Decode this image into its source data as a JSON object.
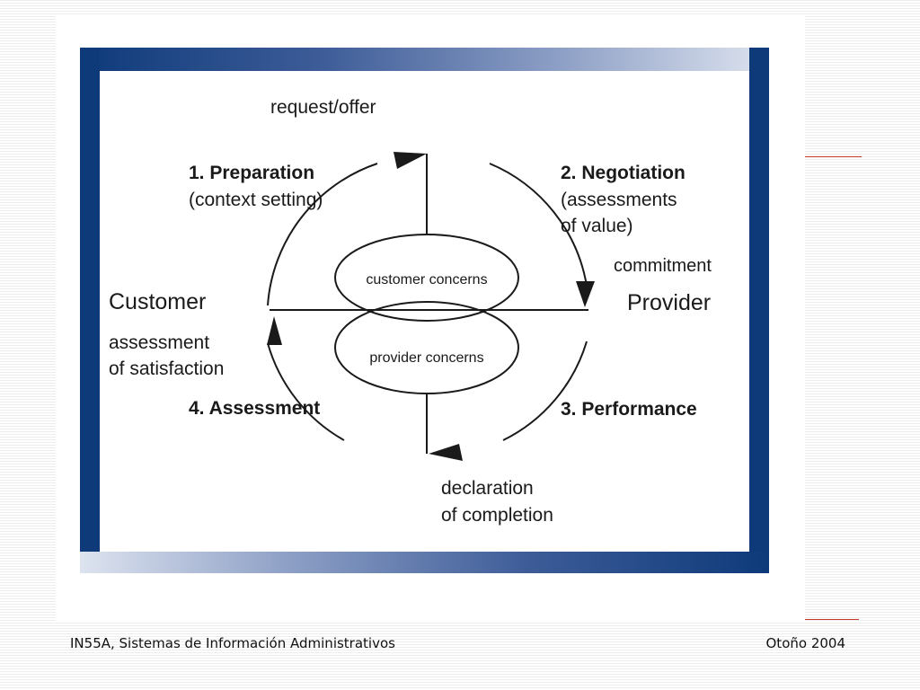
{
  "diagram": {
    "request_offer": "request/offer",
    "preparation_title": "1. Preparation",
    "preparation_sub": "(context setting)",
    "negotiation_title": "2. Negotiation",
    "negotiation_sub1": "(assessments",
    "negotiation_sub2": "of value)",
    "commitment": "commitment",
    "customer": "Customer",
    "provider": "Provider",
    "assessment_satisfaction1": "assessment",
    "assessment_satisfaction2": "of satisfaction",
    "assessment_title": "4. Assessment",
    "performance_title": "3. Performance",
    "declaration1": "declaration",
    "declaration2": "of completion",
    "customer_concerns": "customer concerns",
    "provider_concerns": "provider concerns"
  },
  "footer": {
    "course": "IN55A, Sistemas de Información Administrativos",
    "term": "Otoño 2004"
  },
  "colors": {
    "frame": "#0e3a7a",
    "accent_line": "#c0392b"
  }
}
